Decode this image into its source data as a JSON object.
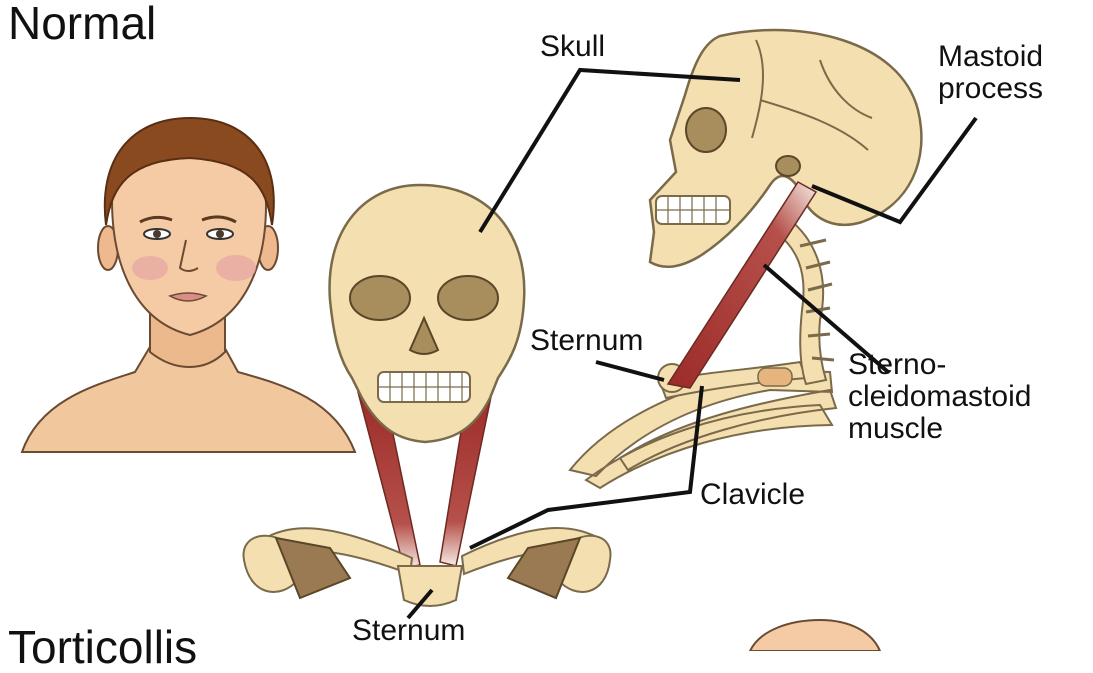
{
  "section_title": "Normal",
  "section_title_cut": "Torticollis",
  "labels": {
    "skull": "Skull",
    "mastoid_line1": "Mastoid",
    "mastoid_line2": "process",
    "sternum_side": "Sternum",
    "scm_line1": "Sterno-",
    "scm_line2": "cleidomastoid",
    "scm_line3": "muscle",
    "clavicle": "Clavicle",
    "sternum_front": "Sternum"
  },
  "colors": {
    "bone": "#f3dfb0",
    "bone_outline": "#7a6a4a",
    "skin": "#f1c79d",
    "hair": "#8a4a1f",
    "muscle": "#9c2b28",
    "leader_line": "#111111"
  }
}
